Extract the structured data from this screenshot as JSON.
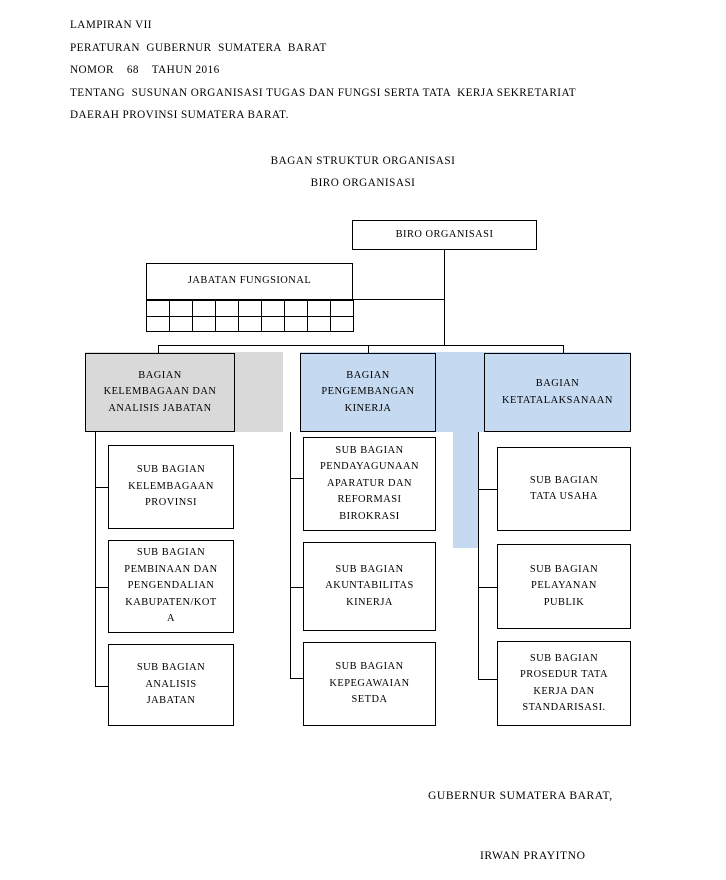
{
  "document": {
    "header_lines": [
      "LAMPIRAN VII",
      "PERATURAN  GUBERNUR  SUMATERA  BARAT",
      "NOMOR    68    TAHUN 2016",
      "TENTANG  SUSUNAN ORGANISASI TUGAS DAN FUNGSI SERTA TATA  KERJA SEKRETARIAT",
      "DAERAH PROVINSI SUMATERA BARAT."
    ],
    "chart_title_line1": "BAGAN STRUKTUR ORGANISASI",
    "chart_title_line2": "BIRO ORGANISASI"
  },
  "colors": {
    "shade_gray": "#d9d9d9",
    "shade_blue": "#c5d9f1",
    "border": "#000000",
    "background": "#ffffff"
  },
  "chart": {
    "root": {
      "label": "BIRO ORGANISASI"
    },
    "functional": {
      "label": "JABATAN FUNGSIONAL",
      "grid_rows": 2,
      "grid_columns": 9
    },
    "divisions": [
      {
        "label": "BAGIAN\nKELEMBAGAAN DAN\nANALISIS JABATAN",
        "fill": "gray",
        "sub_units": [
          {
            "label": "SUB BAGIAN\nKELEMBAGAAN\nPROVINSI"
          },
          {
            "label": "SUB BAGIAN\nPEMBINAAN DAN\nPENGENDALIAN\nKABUPATEN/KOT\nA"
          },
          {
            "label": "SUB BAGIAN\nANALISIS\nJABATAN"
          }
        ]
      },
      {
        "label": "BAGIAN\nPENGEMBANGAN\nKINERJA",
        "fill": "blue",
        "sub_units": [
          {
            "label": "SUB BAGIAN\nPENDAYAGUNAAN\nAPARATUR DAN\nREFORMASI\nBIROKRASI"
          },
          {
            "label": "SUB BAGIAN\nAKUNTABILITAS\nKINERJA"
          },
          {
            "label": "SUB BAGIAN\nKEPEGAWAIAN\nSETDA"
          }
        ]
      },
      {
        "label": "BAGIAN\nKETATALAKSANAAN",
        "fill": "blue",
        "sub_units": [
          {
            "label": "SUB BAGIAN\nTATA USAHA"
          },
          {
            "label": "SUB BAGIAN\nPELAYANAN\nPUBLIK"
          },
          {
            "label": "SUB BAGIAN\nPROSEDUR TATA\nKERJA DAN\nSTANDARISASI."
          }
        ]
      }
    ]
  },
  "signature": {
    "title": "GUBERNUR SUMATERA BARAT,",
    "name": "IRWAN PRAYITNO"
  }
}
